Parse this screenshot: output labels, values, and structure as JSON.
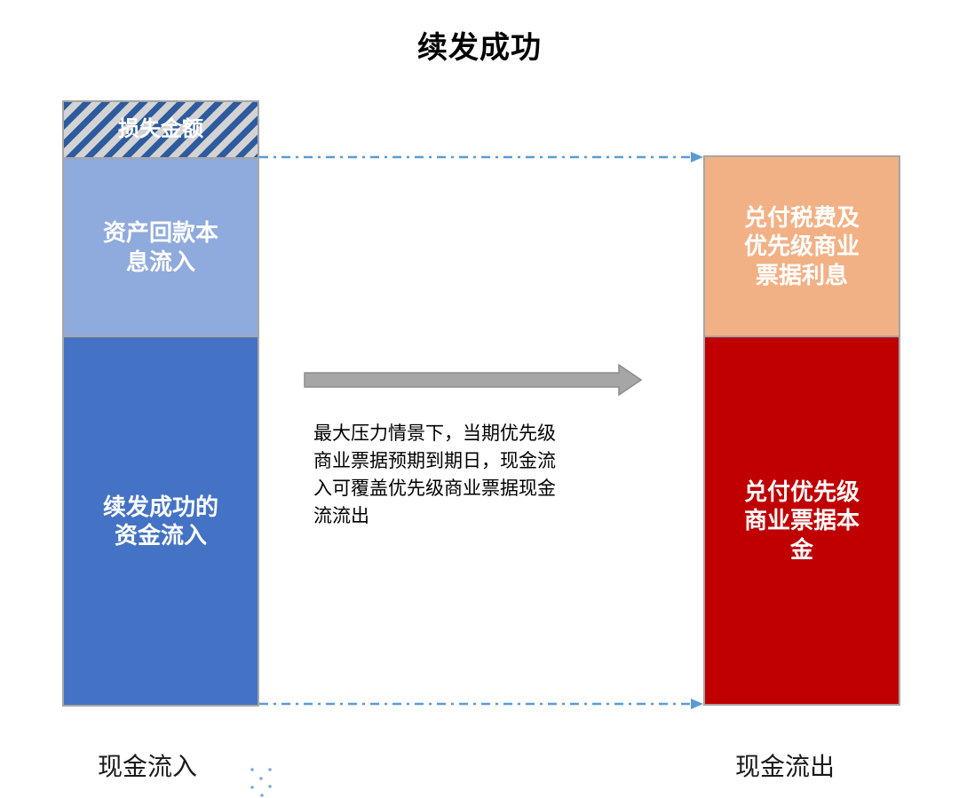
{
  "title": "续发成功",
  "inflow_bar": {
    "loss_segment": {
      "label": "损失金额",
      "fill": "hatched-blue-stripes"
    },
    "segments": [
      {
        "label": "资产回款本\n息流入",
        "color": "#8FAADC"
      },
      {
        "label": "续发成功的\n资金流入",
        "color": "#4472C4"
      }
    ],
    "axis_label": "现金流入"
  },
  "outflow_bar": {
    "segments": [
      {
        "label": "兑付税费及\n优先级商业\n票据利息",
        "color": "#F2B185"
      },
      {
        "label": "兑付优先级\n商业票据本\n金",
        "color": "#C00000"
      }
    ],
    "axis_label": "现金流出"
  },
  "annotation": "最大压力情景下，当期优先级\n商业票据预期到期日，现金流\n入可覆盖优先级商业票据现金\n流流出",
  "colors": {
    "hatch_stripe": "#2E5B9E",
    "hatch_background": "#D3D3D3",
    "bar_border": "#A6A6A6",
    "flow_arrow": "#A6A6A6",
    "connector_line": "#5B9BD5",
    "loss_red": "#C00000",
    "text": "#000000"
  }
}
